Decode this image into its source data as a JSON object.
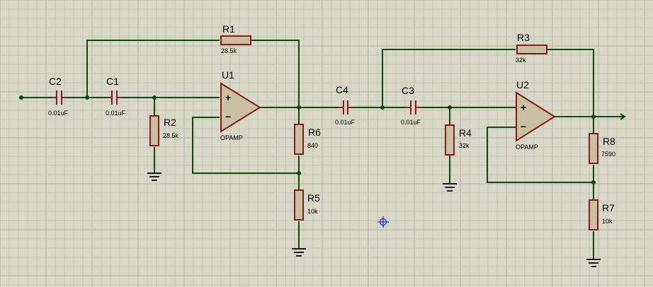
{
  "components": {
    "C2": {
      "ref": "C2",
      "value": "0.01uF"
    },
    "C1": {
      "ref": "C1",
      "value": "0.01uF"
    },
    "R1": {
      "ref": "R1",
      "value": "28.5k"
    },
    "R2": {
      "ref": "R2",
      "value": "28.5k"
    },
    "U1": {
      "ref": "U1",
      "type": "OPAMP"
    },
    "R6": {
      "ref": "R6",
      "value": "840"
    },
    "R5": {
      "ref": "R5",
      "value": "10k"
    },
    "C4": {
      "ref": "C4",
      "value": "0.01uF"
    },
    "C3": {
      "ref": "C3",
      "value": "0.01uF"
    },
    "R3": {
      "ref": "R3",
      "value": "32k"
    },
    "R4": {
      "ref": "R4",
      "value": "32k"
    },
    "U2": {
      "ref": "U2",
      "type": "OPAMP"
    },
    "R8": {
      "ref": "R8",
      "value": "7590"
    },
    "R7": {
      "ref": "R7",
      "value": "10k"
    }
  },
  "opamp_pins": {
    "plus": "+",
    "minus": "−"
  },
  "colors": {
    "background": "#d8d8c8",
    "grid_minor": "#c6c6b4",
    "grid_major": "#b4b4a2",
    "wire": "#0e4a0e",
    "component": "#8b1a1a",
    "component_fill": "#c8c0a0",
    "ground": "#1a1a1a",
    "cursor": "#1a3ad0"
  }
}
